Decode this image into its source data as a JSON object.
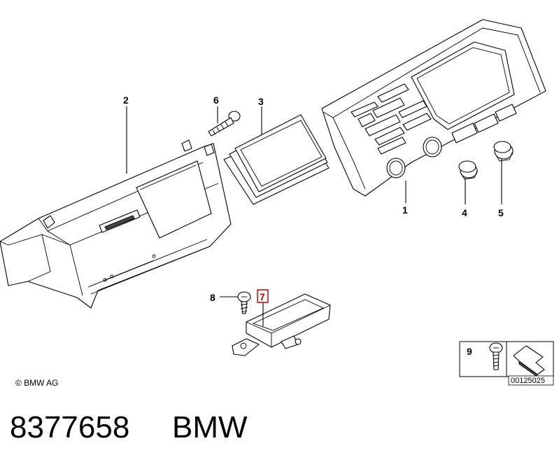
{
  "callouts": [
    {
      "id": "1",
      "label": "1"
    },
    {
      "id": "2",
      "label": "2"
    },
    {
      "id": "3",
      "label": "3"
    },
    {
      "id": "4",
      "label": "4"
    },
    {
      "id": "5",
      "label": "5"
    },
    {
      "id": "6",
      "label": "6"
    },
    {
      "id": "7",
      "label": "7",
      "highlighted": true,
      "highlight_color": "#cc0000"
    },
    {
      "id": "8",
      "label": "8"
    }
  ],
  "legend_box": {
    "number": "9"
  },
  "diagram_ref": "00125025",
  "copyright": "© BMW AG",
  "part_number": "8377658",
  "brand": "BMW"
}
